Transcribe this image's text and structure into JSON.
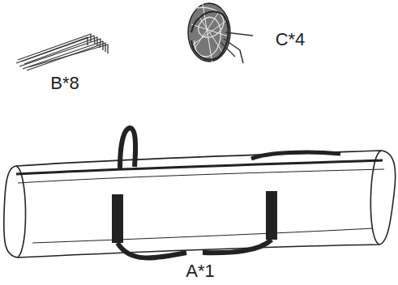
{
  "diagram": {
    "labels": [
      "B*8",
      "C*4",
      "A*1"
    ]
  }
}
